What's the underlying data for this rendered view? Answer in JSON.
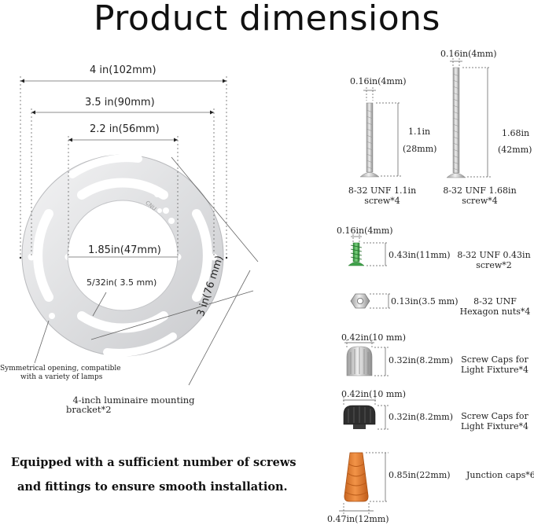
{
  "title": "Product dimensions",
  "bracket": {
    "dim_outer": "4 in(102mm)",
    "dim_mid": "3.5 in(90mm)",
    "dim_inner": "2.2 in(56mm)",
    "dim_center": "1.85in(47mm)",
    "dim_hole": "5/32in( 3.5 mm)",
    "dim_height": "3 in(76 mm)",
    "stamp": "CNU",
    "note_line1": "Symmetrical opening, compatible",
    "note_line2": "with a variety of lamps",
    "caption_line1": "4-inch luminaire mounting",
    "caption_line2": "bracket*2"
  },
  "tagline": {
    "line1": "Equipped with a sufficient number of screws",
    "line2": "and fittings to ensure smooth installation."
  },
  "parts": {
    "screw_short": {
      "width": "0.16in(4mm)",
      "len1": "1.1in",
      "len2": "(28mm)",
      "name1": "8-32 UNF 1.1in",
      "name2": "screw*4"
    },
    "screw_long": {
      "width": "0.16in(4mm)",
      "len1": "1.68in",
      "len2": "(42mm)",
      "name1": "8-32 UNF 1.68in",
      "name2": "screw*4"
    },
    "green_screw": {
      "width": "0.16in(4mm)",
      "len": "0.43in(11mm)",
      "name1": "8-32 UNF 0.43in",
      "name2": "screw*2"
    },
    "hex_nut": {
      "size": "0.13in(3.5 mm)",
      "name1": "8-32 UNF",
      "name2": "Hexagon nuts*4"
    },
    "cap_silver": {
      "width": "0.42in(10 mm)",
      "height": "0.32in(8.2mm)",
      "name1": "Screw Caps for",
      "name2": "Light Fixture*4"
    },
    "cap_black": {
      "width": "0.42in(10 mm)",
      "height": "0.32in(8.2mm)",
      "name1": "Screw Caps for",
      "name2": "Light Fixture*4"
    },
    "junction": {
      "height": "0.85in(22mm)",
      "width": "0.47in(12mm)",
      "name": "Junction caps*6"
    }
  },
  "colors": {
    "green_screw": "#4caf50",
    "junction_cap": "#e07a2f",
    "black_cap": "#2b2b2b"
  }
}
